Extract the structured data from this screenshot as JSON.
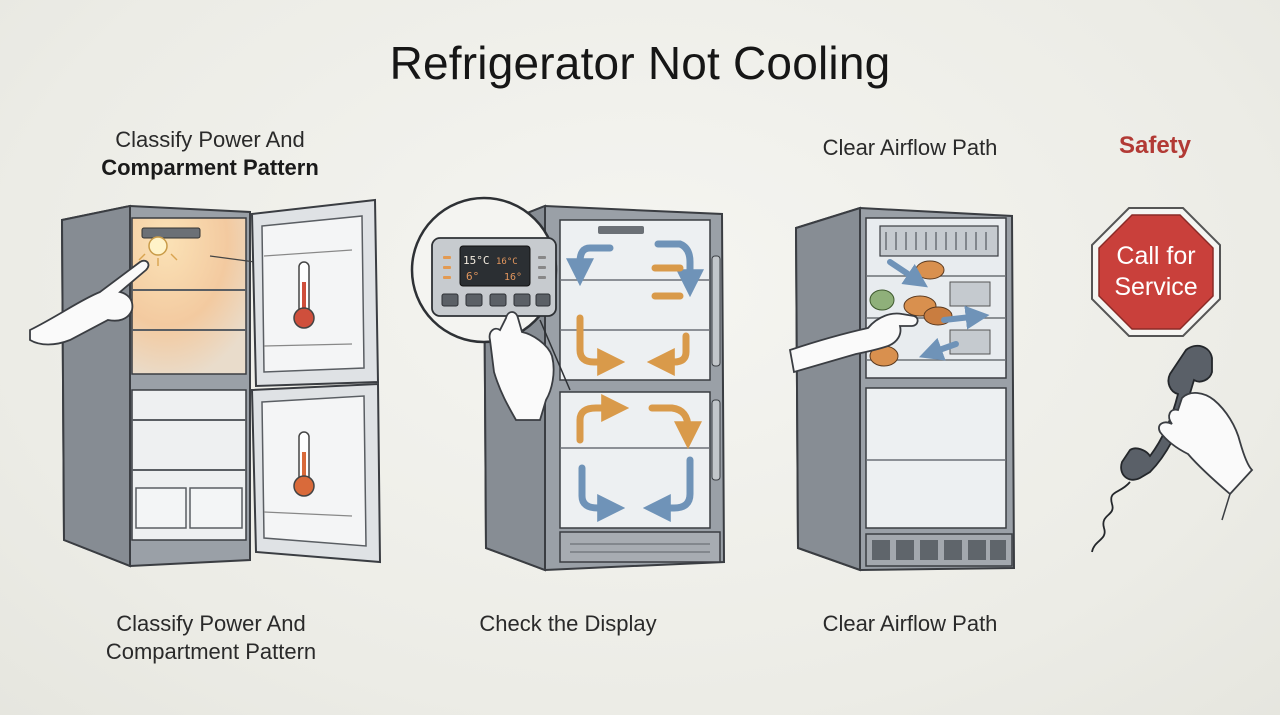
{
  "title": "Refrigerator Not Cooling",
  "panels": [
    {
      "top_line1": "Classify Power And",
      "top_line2": "Comparment Pattern",
      "bottom_line1": "Classify Power And",
      "bottom_line2": "Compartment Pattern"
    },
    {
      "bottom": "Check the Display",
      "display": {
        "fridge_temp": "15°C",
        "freezer_temp": "16°C",
        "left_small": "6°",
        "right_small": "16°"
      }
    },
    {
      "top": "Clear Airflow Path",
      "bottom": "Clear Airflow Path"
    },
    {
      "top": "Safety",
      "sign_line1": "Call for",
      "sign_line2": "Service"
    }
  ],
  "colors": {
    "safety_red": "#c9403b",
    "airflow_orange": "#d99a4a",
    "airflow_blue": "#6f93b8",
    "light_glow": "#f6c98a"
  }
}
